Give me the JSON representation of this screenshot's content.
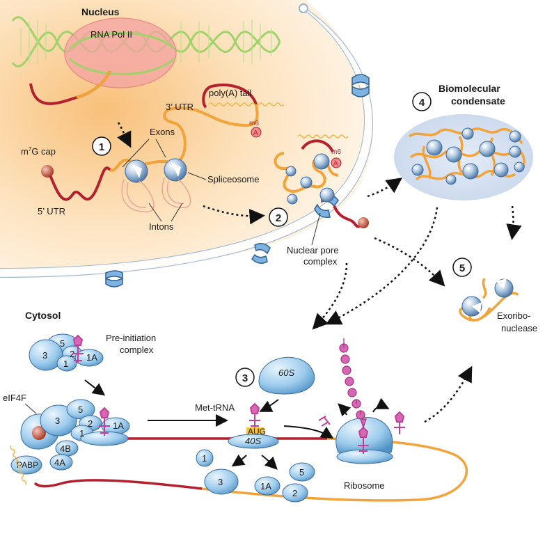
{
  "labels": {
    "nucleus": "Nucleus",
    "cytosol": "Cytosol",
    "rna_pol": "RNA Pol II",
    "polya": "poly(A) tail",
    "utr3": "3’ UTR",
    "utr5": "5’ UTR",
    "cap": "m",
    "cap_sup": "7",
    "cap_tail": "G cap",
    "exons": "Exons",
    "introns": "Intons",
    "spliceosome": "Spliceosome",
    "m6a_1": "m6",
    "m6a_1_base": "A",
    "m6a_2": "m6",
    "m6a_2_base": "A",
    "npc_line1": "Nuclear pore",
    "npc_line2": "complex",
    "condensate_line1": "Biomolecular",
    "condensate_line2": "condensate",
    "exo_line1": "Exoribo-",
    "exo_line2": "nuclease",
    "pic_line1": "Pre-initiation",
    "pic_line2": "complex",
    "eif4f": "eIF4F",
    "met_trna": "Met-tRNA",
    "aug": "AUG",
    "s60": "60S",
    "s40": "40S",
    "ribosome": "Ribosome",
    "pabp": "PABP"
  },
  "steps": [
    "1",
    "2",
    "3",
    "4",
    "5"
  ],
  "factors": {
    "pic": [
      "3",
      "5",
      "2",
      "1",
      "1A"
    ],
    "init": [
      "3",
      "5",
      "2",
      "1",
      "1A",
      "4B",
      "4A"
    ],
    "released": [
      "1",
      "3",
      "1A",
      "5",
      "2"
    ]
  },
  "colors": {
    "nucleus_fill": "#fbd9a8",
    "mrna_red": "#b5202e",
    "mrna_orange": "#f2a33a",
    "dna_green": "#9fd36a",
    "pol_pink": "#f4a3a3",
    "protein_blue": "#a8d4f0",
    "trna_magenta": "#c0409a",
    "condensate_bg": "#d6e2f2",
    "aug_yellow": "#f5c542"
  },
  "icons": [
    "nuclear-pore-icon",
    "trna-icon",
    "cap-icon",
    "arrow-icon"
  ]
}
